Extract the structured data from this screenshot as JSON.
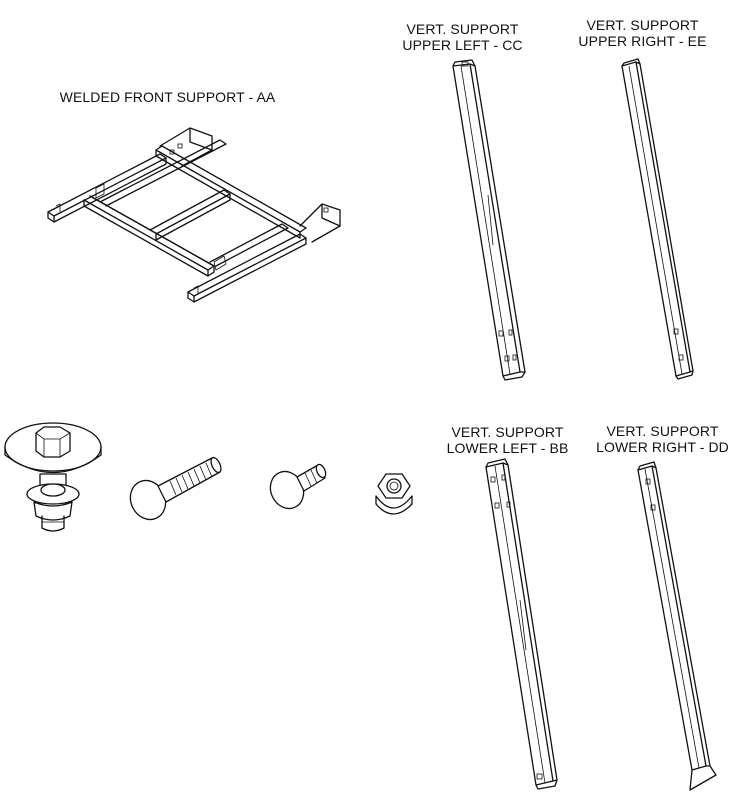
{
  "parts": {
    "front_support": {
      "label": "WELDED FRONT SUPPORT - AA"
    },
    "upper_left": {
      "line1": "VERT. SUPPORT",
      "line2": "UPPER LEFT - CC"
    },
    "upper_right": {
      "line1": "VERT. SUPPORT",
      "line2": "UPPER RIGHT - EE"
    },
    "lower_left": {
      "line1": "VERT. SUPPORT",
      "line2": "LOWER LEFT - BB"
    },
    "lower_right": {
      "line1": "VERT. SUPPORT",
      "line2": "LOWER RIGHT - DD"
    }
  },
  "hardware": [
    "bolt-with-washer",
    "long-carriage-bolt",
    "short-carriage-bolt",
    "hex-flange-nut"
  ]
}
